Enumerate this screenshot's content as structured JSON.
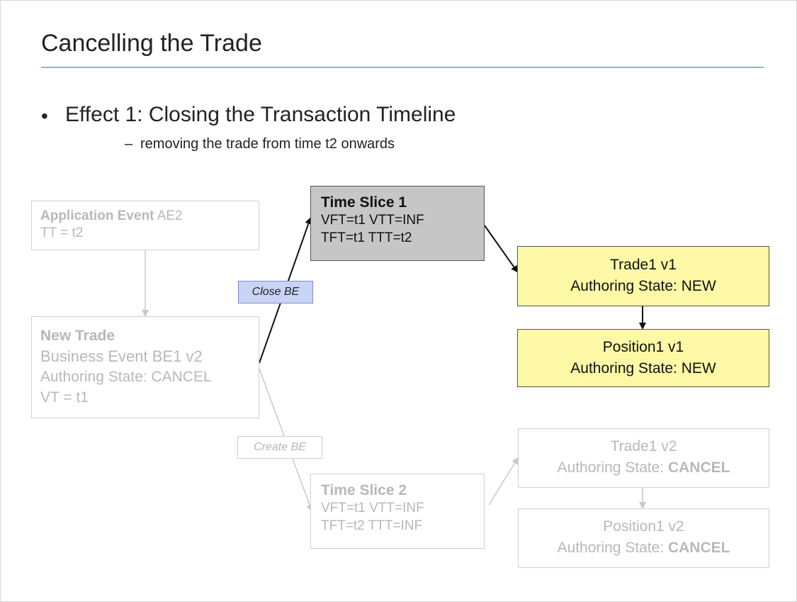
{
  "slide": {
    "title": "Cancelling the Trade",
    "bullet": "Effect 1: Closing the Transaction Timeline",
    "bullet_marker": "•",
    "sub_marker": "–",
    "sub_bullet": "removing the trade from time t2 onwards"
  },
  "diagram": {
    "app_event": {
      "label_bold": "Application Event",
      "label_id": " AE2",
      "tt": "TT = t2"
    },
    "new_trade": {
      "title": "New Trade",
      "line1": "Business Event BE1 v2",
      "line2": "Authoring State: CANCEL",
      "line3": "VT = t1"
    },
    "time_slice_1": {
      "title": "Time Slice 1",
      "line1": "VFT=t1 VTT=INF",
      "line2": "TFT=t1 TTT=t2"
    },
    "time_slice_2": {
      "title": "Time Slice 2",
      "line1": "VFT=t1 VTT=INF",
      "line2": "TFT=t2 TTT=INF"
    },
    "trade1_v1": {
      "line1": "Trade1 v1",
      "line2": "Authoring State: NEW"
    },
    "position1_v1": {
      "line1": "Position1 v1",
      "line2": "Authoring State: NEW"
    },
    "trade1_v2": {
      "line1": "Trade1 v2",
      "line2_prefix": "Authoring State: ",
      "line2_state": "CANCEL"
    },
    "position1_v2": {
      "line1": "Position1 v2",
      "line2_prefix": "Authoring State: ",
      "line2_state": "CANCEL"
    },
    "close_label": "Close BE",
    "create_label": "Create BE"
  },
  "colors": {
    "title_rule": "#8fb3e6",
    "time_slice_1_fill": "#c6c6c6",
    "yellow_fill": "#fdf9a6",
    "close_label_fill": "#c9d3f5",
    "faded_text": "#b8b8b8"
  }
}
